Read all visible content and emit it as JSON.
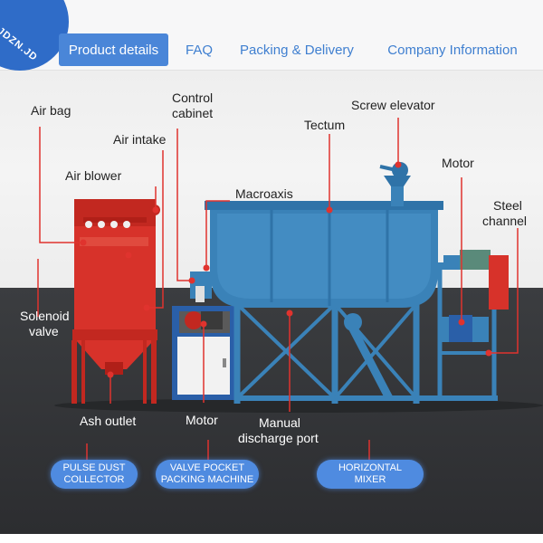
{
  "logo": {
    "text": "JDZN.JD"
  },
  "nav": {
    "tabs": [
      {
        "label": "Product  details",
        "active": true
      },
      {
        "label": "FAQ",
        "active": false
      },
      {
        "label": "Packing & Delivery",
        "active": false
      },
      {
        "label": "Company  Information",
        "active": false
      }
    ]
  },
  "callouts": {
    "air_bag": "Air bag",
    "control_cabinet_1": "Control",
    "control_cabinet_2": "cabinet",
    "air_intake": "Air intake",
    "air_blower": "Air blower",
    "macroaxis": "Macroaxis",
    "tectum": "Tectum",
    "screw_elevator": "Screw elevator",
    "motor_top": "Motor",
    "steel_channel_1": "Steel",
    "steel_channel_2": "channel",
    "solenoid_valve_1": "Solenoid",
    "solenoid_valve_2": "valve",
    "ash_outlet": "Ash outlet",
    "motor_bottom": "Motor",
    "manual_discharge_1": "Manual",
    "manual_discharge_2": "discharge port"
  },
  "pills": {
    "dust_collector_1": "PULSE DUST",
    "dust_collector_2": "COLLECTOR",
    "packing_machine_1": "VALVE POCKET",
    "packing_machine_2": "PACKING MACHINE",
    "mixer_1": "HORIZONTAL",
    "mixer_2": "MIXER"
  },
  "colors": {
    "nav_accent": "#4a86d8",
    "machine_red": "#d7322a",
    "machine_blue": "#3a82b8",
    "callout_line": "#e0332e",
    "pill_blue": "#4f8be0"
  }
}
